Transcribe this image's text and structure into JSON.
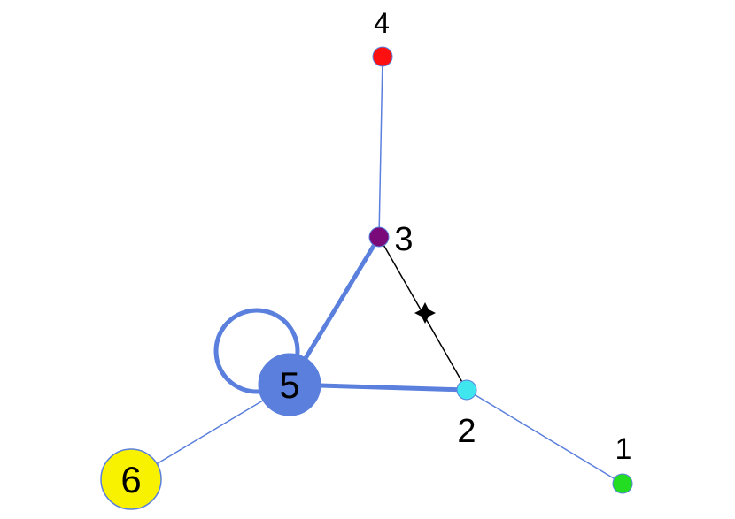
{
  "colors": {
    "edge": "#5a7fdc",
    "edge_special": "#000000",
    "node_stroke": "#5a7fdc"
  },
  "nodes": [
    {
      "id": "1",
      "label": "1",
      "color": "#22dd22"
    },
    {
      "id": "2",
      "label": "2",
      "color": "#3fe6ee"
    },
    {
      "id": "3",
      "label": "3",
      "color": "#7a0a7a"
    },
    {
      "id": "4",
      "label": "4",
      "color": "#ff1010"
    },
    {
      "id": "5",
      "label": "5",
      "color": "#5a7fdc"
    },
    {
      "id": "6",
      "label": "6",
      "color": "#f8f200"
    }
  ],
  "edges": [
    {
      "from": "4",
      "to": "3",
      "style": "thin"
    },
    {
      "from": "3",
      "to": "5",
      "style": "thick"
    },
    {
      "from": "5",
      "to": "2",
      "style": "thick"
    },
    {
      "from": "2",
      "to": "1",
      "style": "thin"
    },
    {
      "from": "5",
      "to": "6",
      "style": "thin"
    },
    {
      "from": "3",
      "to": "2",
      "style": "special",
      "marker": "star"
    },
    {
      "from": "5",
      "to": "5",
      "style": "self-loop"
    }
  ]
}
